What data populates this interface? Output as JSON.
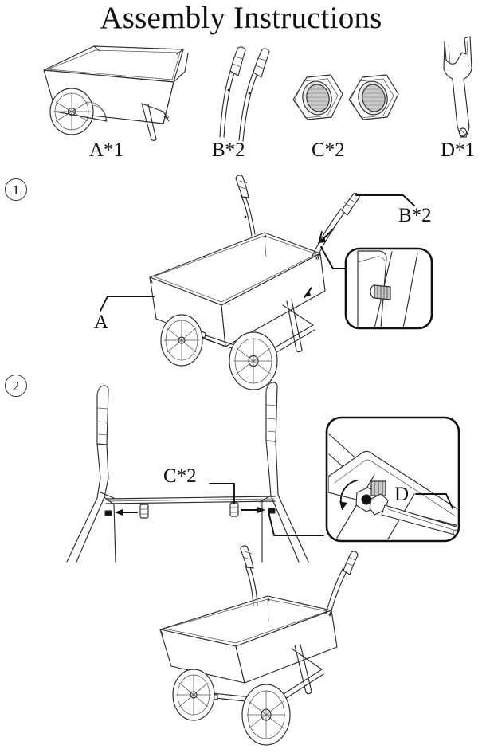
{
  "document": {
    "title": "Assembly Instructions",
    "type": "assembly-instruction-sheet",
    "product": "two-wheel garden dump cart",
    "line_color": "#2c2c2c",
    "background_color": "#ffffff"
  },
  "parts_list": {
    "items": [
      {
        "id": "A",
        "label": "A*1",
        "name": "cart-tray-with-wheels",
        "quantity": 1
      },
      {
        "id": "B",
        "label": "B*2",
        "name": "curved-handle-bar",
        "quantity": 2
      },
      {
        "id": "C",
        "label": "C*2",
        "name": "hex-nut",
        "quantity": 2
      },
      {
        "id": "D",
        "label": "D*1",
        "name": "open-end-wrench",
        "quantity": 1
      }
    ]
  },
  "steps": [
    {
      "number": "1",
      "number_label": "1",
      "name": "attach-handles-to-cart",
      "callouts": [
        {
          "text": "A",
          "name": "callout-cart-body"
        },
        {
          "text": "B*2",
          "name": "callout-handles"
        }
      ],
      "detail_bubble": {
        "name": "bolt-through-tube-detail",
        "shows": "bolt"
      }
    },
    {
      "number": "2",
      "number_label": "2",
      "name": "fasten-nuts-with-wrench",
      "callouts": [
        {
          "text": "C*2",
          "name": "callout-nuts"
        },
        {
          "text": "D",
          "name": "callout-wrench"
        }
      ],
      "detail_bubble": {
        "name": "wrench-tightening-nut-detail",
        "shows": "wrench-and-nut-with-rotation-arrow"
      }
    }
  ],
  "result": {
    "name": "assembled-cart",
    "description": "completed cart with both handles installed"
  }
}
